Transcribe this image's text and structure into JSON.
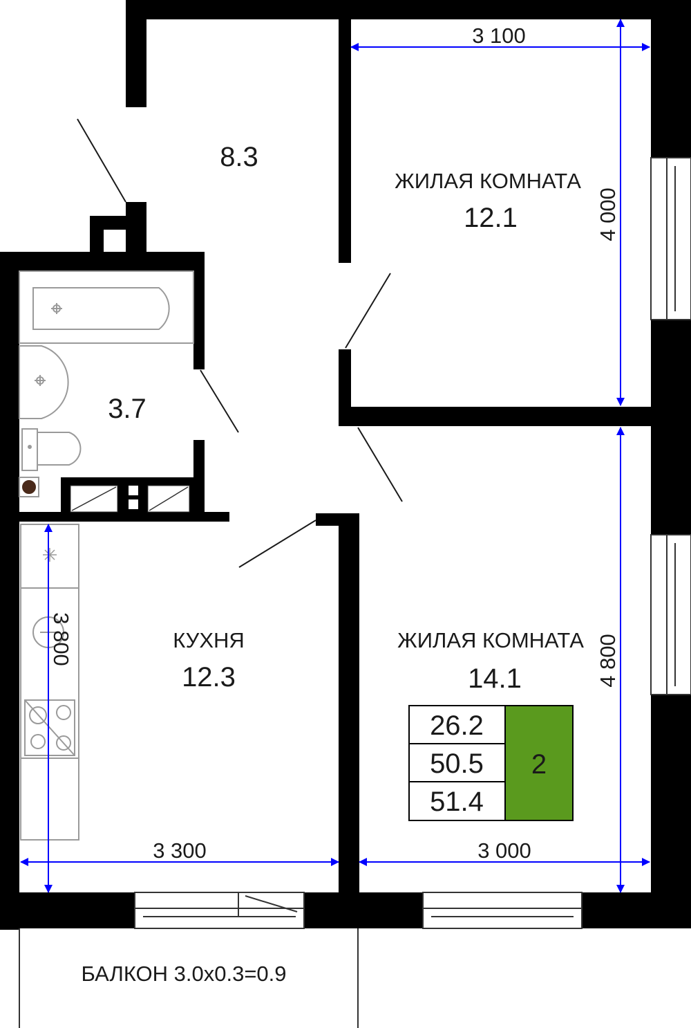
{
  "rooms": {
    "hall": {
      "area": "8.3"
    },
    "bath": {
      "area": "3.7"
    },
    "bedroom_top": {
      "name": "ЖИЛАЯ КОМНАТА",
      "area": "12.1"
    },
    "kitchen": {
      "name": "КУХНЯ",
      "area": "12.3"
    },
    "bedroom_bottom": {
      "name": "ЖИЛАЯ КОМНАТА",
      "area": "14.1"
    },
    "balcony": {
      "label": "БАЛКОН 3.0x0.3=0.9"
    }
  },
  "dimensions": {
    "top_width": "3 100",
    "top_height": "4 000",
    "kitchen_height": "3 800",
    "kitchen_width": "3 300",
    "bottom_width": "3 000",
    "bottom_height": "4 800"
  },
  "summary": {
    "living_area": "26.2",
    "total_area": "50.5",
    "total_with_balcony": "51.4",
    "rooms_count": "2",
    "badge_color": "#5a9a1e"
  },
  "colors": {
    "wall": "#000000",
    "dimension_line": "#0000ff",
    "fixture": "#9a9a9a"
  }
}
